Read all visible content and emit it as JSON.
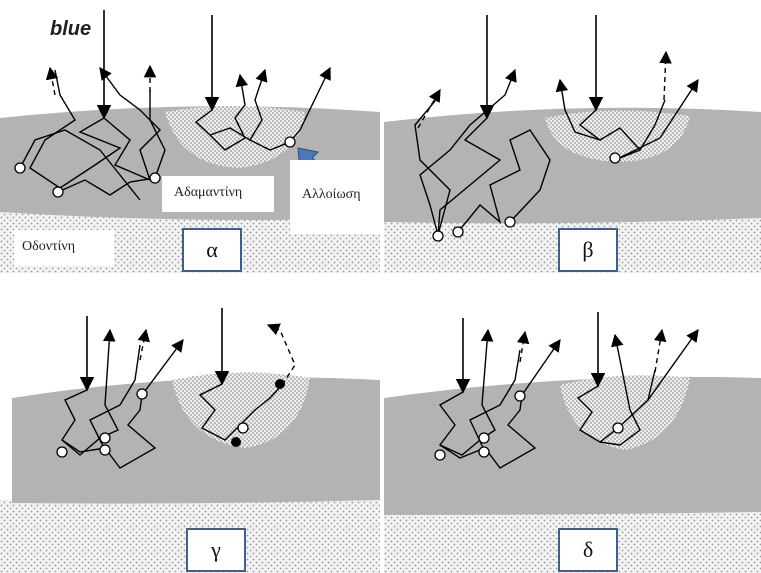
{
  "figure": {
    "top_label": "blue",
    "label_enamel": "Αδαμαντίνη",
    "label_lesion": "Αλλοίωση",
    "label_dentin": "Οδοντίνη",
    "panels": [
      {
        "id": "a",
        "letter": "α"
      },
      {
        "id": "b",
        "letter": "β"
      },
      {
        "id": "c",
        "letter": "γ"
      },
      {
        "id": "d",
        "letter": "δ"
      }
    ]
  },
  "colors": {
    "enamel_gray": "#b3b3b3",
    "dentin_dots": "#e2e2e2",
    "arrow_blue": "#4a78b8",
    "box_border": "#3d5f8c"
  }
}
